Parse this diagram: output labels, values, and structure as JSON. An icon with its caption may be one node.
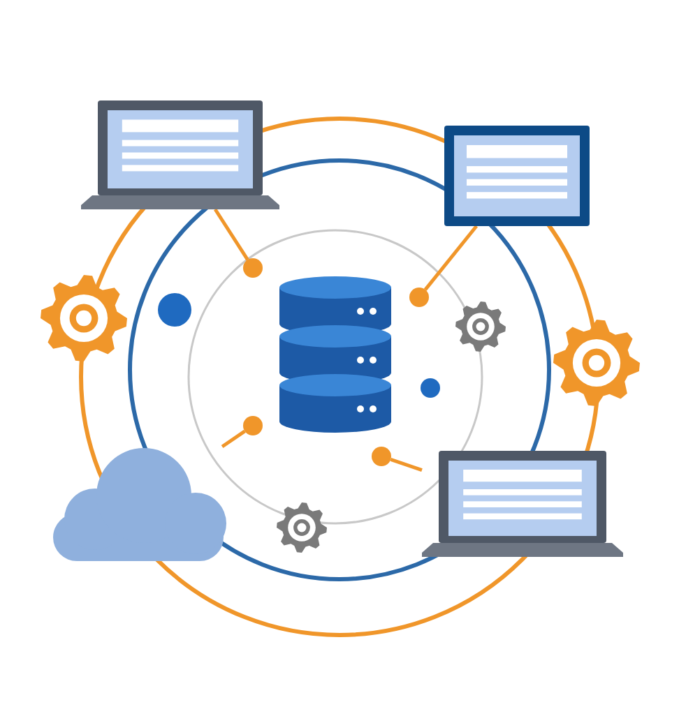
{
  "diagram": {
    "nodes": [
      {
        "text": [],
        "shape": "cylinder"
      },
      {
        "text": [],
        "shape": "laptop"
      },
      {
        "text": [],
        "shape": "monitor"
      },
      {
        "text": [],
        "shape": "cloud"
      },
      {
        "text": [],
        "shape": "laptop"
      },
      {
        "text": [],
        "shape": "circle"
      },
      {
        "text": [],
        "shape": "circle"
      },
      {
        "text": [],
        "shape": "circle"
      },
      {
        "text": [],
        "shape": "circle"
      }
    ],
    "edges": [
      {
        "from": 1,
        "to": 5,
        "arrow": "none"
      },
      {
        "from": 2,
        "to": 6,
        "arrow": "none"
      },
      {
        "from": 3,
        "to": 7,
        "arrow": "none"
      },
      {
        "from": 4,
        "to": 8,
        "arrow": "none"
      }
    ]
  }
}
